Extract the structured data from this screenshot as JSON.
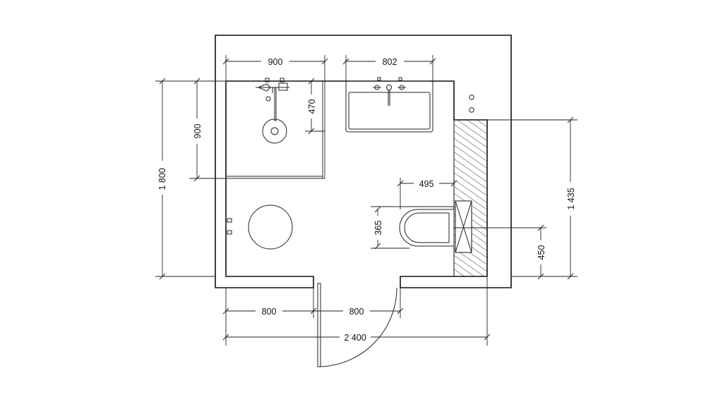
{
  "dimensions": {
    "shower_width": "900",
    "sink_width": "802",
    "shower_depth": "900",
    "room_depth": "1 800",
    "shower_head_offset": "470",
    "toilet_offset": "495",
    "toilet_width": "365",
    "niche_length": "1 435",
    "toilet_center_height": "450",
    "left_to_door": "800",
    "door_width": "800",
    "room_width": "2 400"
  }
}
